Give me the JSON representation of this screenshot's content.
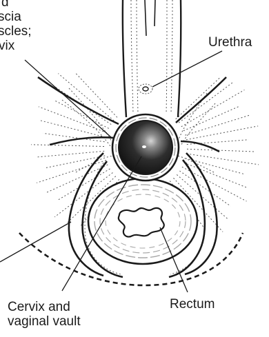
{
  "labels": {
    "top_left": [
      "d",
      "scia",
      "scles;",
      "vix"
    ],
    "urethra": "Urethra",
    "cervix": [
      "Cervix and",
      "vaginal vault"
    ],
    "rectum": "Rectum"
  },
  "colors": {
    "stroke": "#1a1a1a",
    "fiber": "#555555",
    "cervix_dark": "#141414",
    "cervix_light": "#c8c8c8",
    "mucosa": "#a8a8a8"
  }
}
